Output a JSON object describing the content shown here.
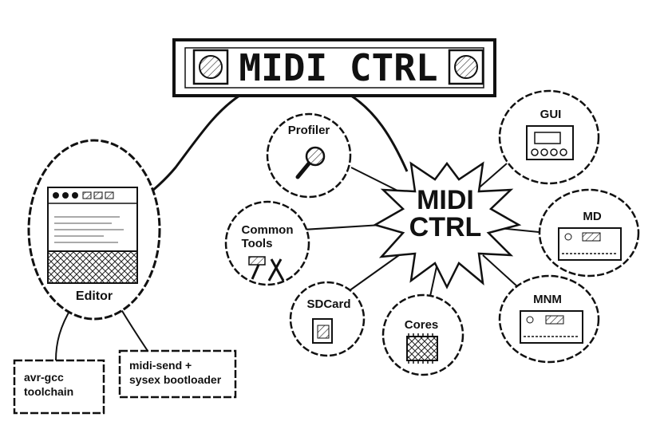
{
  "banner": {
    "title": "MIDI CTRL"
  },
  "center": {
    "line1": "MIDI",
    "line2": "CTRL"
  },
  "nodes": {
    "profiler": {
      "label": "Profiler"
    },
    "common_tools": {
      "line1": "Common",
      "line2": "Tools"
    },
    "sdcard": {
      "label": "SDCard"
    },
    "cores": {
      "label": "Cores"
    },
    "gui": {
      "label": "GUI"
    },
    "md": {
      "label": "MD"
    },
    "mnm": {
      "label": "MNM"
    },
    "editor": {
      "label": "Editor"
    }
  },
  "boxes": {
    "avr": {
      "line1": "avr-gcc",
      "line2": "toolchain"
    },
    "midisend": {
      "line1": "midi-send +",
      "line2": "sysex bootloader"
    }
  }
}
